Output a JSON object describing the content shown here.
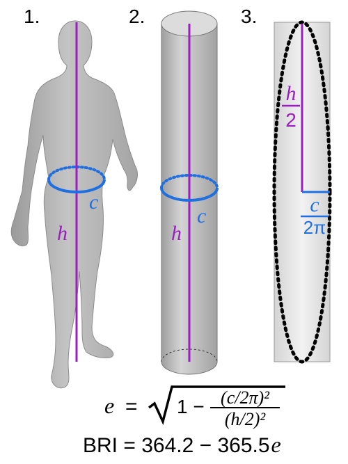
{
  "panels": [
    {
      "number": "1.",
      "height_label": "h",
      "circumference_label": "c"
    },
    {
      "number": "2.",
      "height_label": "h",
      "circumference_label": "c"
    },
    {
      "number": "3.",
      "half_height": {
        "num": "h",
        "den": "2"
      },
      "radius": {
        "num": "c",
        "den": "2π"
      }
    }
  ],
  "formula": {
    "e": "e",
    "equals": "=",
    "one_minus": "1 −",
    "numerator": "(c/2π)²",
    "denominator": "(h/2)²",
    "bri": "BRI = 364.2 − 365.5",
    "bri_var": "e"
  },
  "colors": {
    "height_line": "#9b1fc0",
    "circumference": "#1f6fe0",
    "figure_fill": "#b4b4b4",
    "ellipse": "#000000"
  }
}
